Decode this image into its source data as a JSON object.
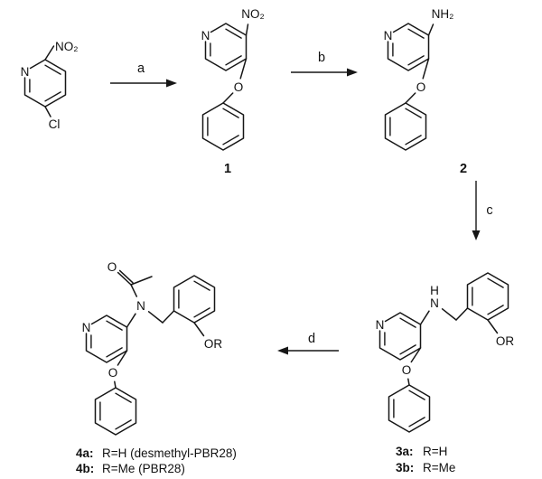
{
  "compounds": {
    "start": {
      "ring_n": "N",
      "nitro": "NO₂",
      "chloro": "Cl"
    },
    "c1": {
      "ring_n": "N",
      "nitro": "NO₂",
      "ether_o": "O",
      "number": "1"
    },
    "c2": {
      "ring_n": "N",
      "amine": "NH₂",
      "ether_o": "O",
      "number": "2"
    },
    "c3": {
      "ring_n": "N",
      "nh_h": "H",
      "nh_n": "N",
      "ether_o": "O",
      "or_label": "OR",
      "cap_a_id": "3a:",
      "cap_a_r": "R=H",
      "cap_b_id": "3b:",
      "cap_b_r": "R=Me"
    },
    "c4": {
      "ring_n": "N",
      "amide_n": "N",
      "carbonyl_o": "O",
      "ether_o": "O",
      "or_label": "OR",
      "cap_a_id": "4a:",
      "cap_a_r": "R=H (desmethyl-PBR28)",
      "cap_b_id": "4b:",
      "cap_b_r": "R=Me (PBR28)"
    }
  },
  "steps": {
    "a": "a",
    "b": "b",
    "c": "c",
    "d": "d"
  }
}
